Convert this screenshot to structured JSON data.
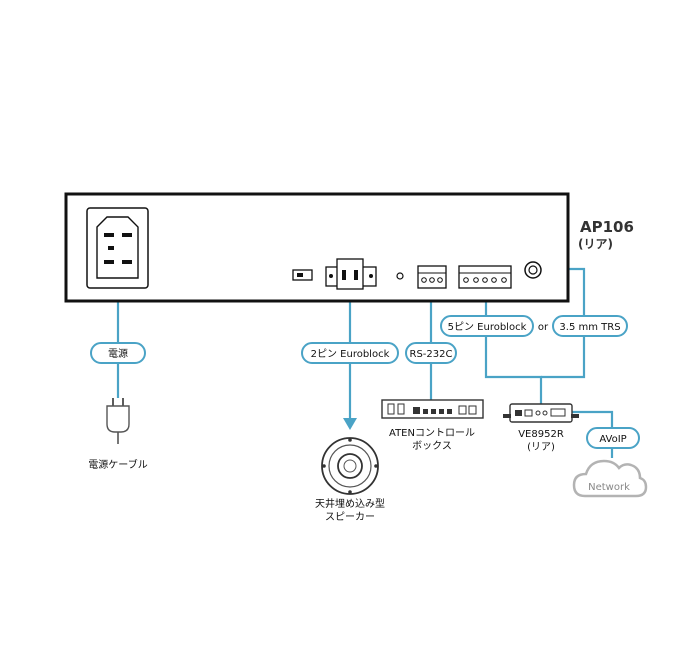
{
  "device": {
    "model": "AP106",
    "side": "(リア)"
  },
  "connections": {
    "power": "電源",
    "two_pin": "2ピン Euroblock",
    "rs232": "RS-232C",
    "five_pin": "5ピン Euroblock",
    "or_word": "or",
    "trs": "3.5 mm TRS",
    "avoip": "AVoIP"
  },
  "peripherals": {
    "power_cable": "電源ケーブル",
    "speaker_line1": "天井埋め込み型",
    "speaker_line2": "スピーカー",
    "control_box_line1": "ATENコントロール",
    "control_box_line2": "ボックス",
    "ve_model": "VE8952R",
    "ve_side": "(リア)",
    "network": "Network"
  },
  "colors": {
    "cable": "#4aa3c6",
    "device_outline": "#111111",
    "cloud": "#b3b3b3"
  }
}
